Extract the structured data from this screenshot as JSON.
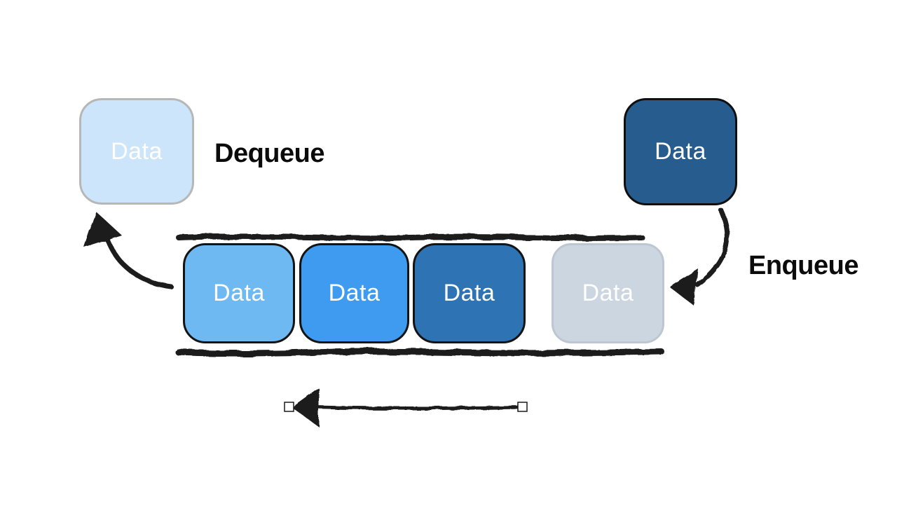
{
  "diagram": {
    "dequeue_label": "Dequeue",
    "enqueue_label": "Enqueue",
    "arrow_color": "#1a1a1a",
    "dequeued_box": {
      "label": "Data",
      "fill": "#cde5fa",
      "border": "#b7b7b7",
      "text": "#ffffff"
    },
    "incoming_box": {
      "label": "Data",
      "fill": "#265c8e",
      "border": "#0f0f0f",
      "text": "#ffffff"
    },
    "queue": {
      "items": [
        {
          "label": "Data",
          "fill": "#6fb9f2",
          "border": "#141414",
          "text": "#ffffff"
        },
        {
          "label": "Data",
          "fill": "#3f9bf0",
          "border": "#141414",
          "text": "#ffffff"
        },
        {
          "label": "Data",
          "fill": "#2e73b4",
          "border": "#141414",
          "text": "#ffffff"
        },
        {
          "label": "Data",
          "fill": "#ccd6e0",
          "border": "#bdc7d2",
          "text": "#ffffff"
        }
      ]
    }
  }
}
